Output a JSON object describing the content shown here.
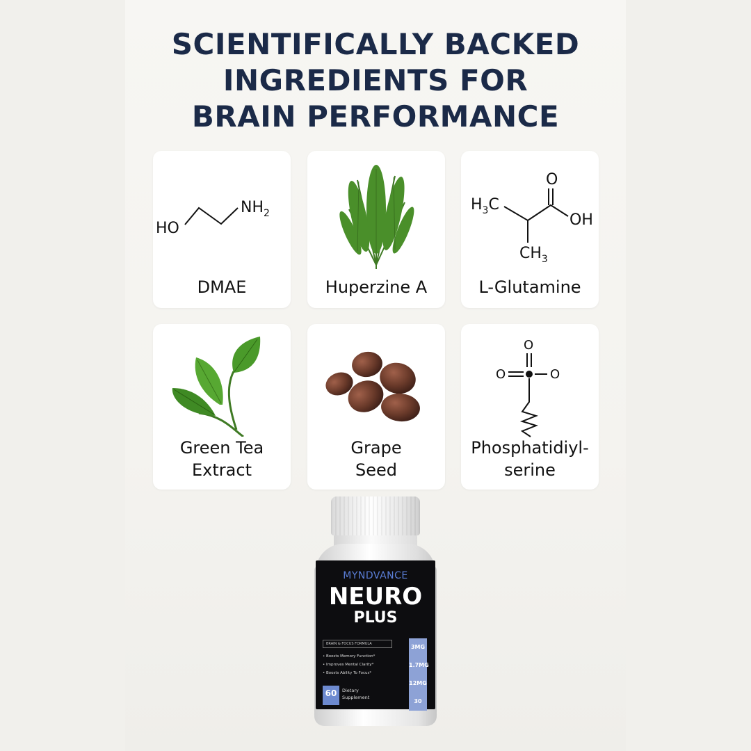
{
  "headline": {
    "line1": "SCIENTIFICALLY BACKED",
    "line2": "INGREDIENTS FOR",
    "line3": "BRAIN PERFORMANCE"
  },
  "ingredients": [
    {
      "name_line1": "DMAE",
      "name_line2": "",
      "icon": "dmae-structure-icon"
    },
    {
      "name_line1": "Huperzine A",
      "name_line2": "",
      "icon": "club-moss-icon"
    },
    {
      "name_line1": "L-Glutamine",
      "name_line2": "",
      "icon": "l-glutamine-structure-icon"
    },
    {
      "name_line1": "Green Tea",
      "name_line2": "Extract",
      "icon": "green-tea-leaf-icon"
    },
    {
      "name_line1": "Grape",
      "name_line2": "Seed",
      "icon": "grape-seeds-icon"
    },
    {
      "name_line1": "Phosphatidiyl-",
      "name_line2": "serine",
      "icon": "phosphate-group-icon"
    }
  ],
  "chem": {
    "dmae_oh": "HO",
    "dmae_nh2": "NH",
    "dmae_sub": "2",
    "glut_o": "O",
    "glut_h3c": "H",
    "glut_h3c_sub": "3",
    "glut_h3c_c": "C",
    "glut_oh": "OH",
    "glut_ch3": "CH",
    "glut_ch3_sub": "3",
    "phos_o_top": "O",
    "phos_o_left": "O",
    "phos_o_right": "O"
  },
  "product": {
    "brand": "MYNDVANCE",
    "name_line1": "NEURO",
    "name_line2": "PLUS",
    "formula": "BRAIN & FOCUS FORMULA",
    "bullets": [
      "• Boosts Memory Function*",
      "• Improves Mental Clarity*",
      "• Boosts Ability To Focus*"
    ],
    "doses": [
      "3MG",
      "1.7MG",
      "12MG",
      "30"
    ],
    "count": "60",
    "diet_line1": "Dietary",
    "diet_line2": "Supplement"
  },
  "colors": {
    "headline": "#1b2a48",
    "leaf_green": "#4a8f2a",
    "seed_brown": "#6a3a2a",
    "brand_blue": "#5b7fd8"
  }
}
